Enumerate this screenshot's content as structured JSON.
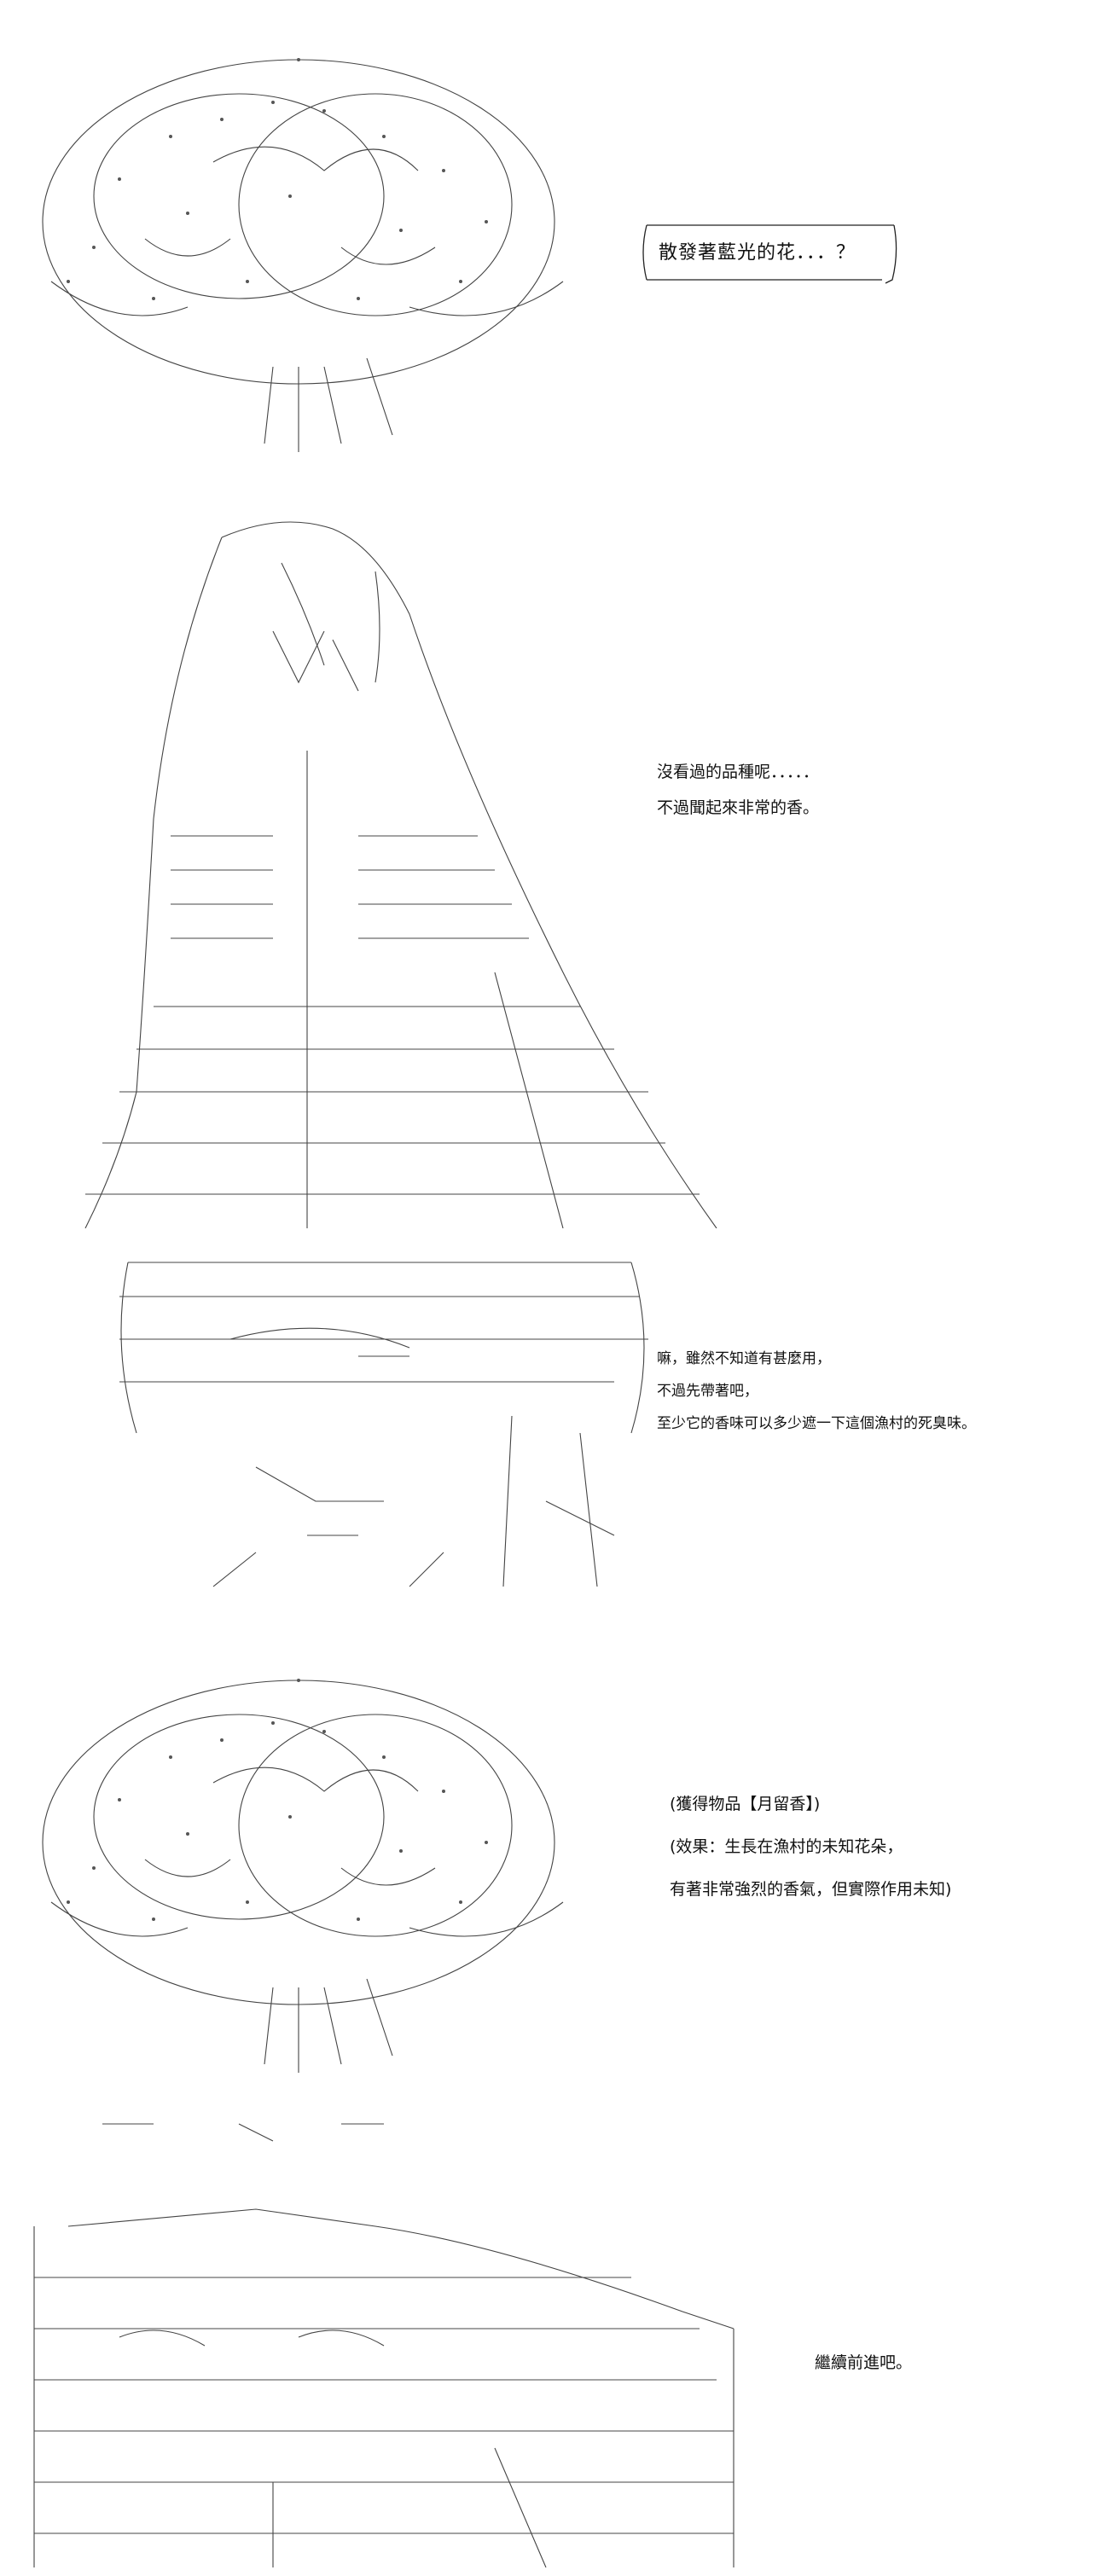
{
  "panels": [
    {
      "art": "flower-bouquet-ascii-art",
      "lines": [
        "散發著藍光的花．．．？"
      ]
    },
    {
      "art": "long-haired-girl-ascii-art",
      "lines": [
        "沒看過的品種呢．．．．．",
        "不過聞起來非常的香。"
      ]
    },
    {
      "art": "character-face-ascii-art",
      "lines": [
        "嘛，雖然不知道有甚麼用，",
        "不過先帶著吧，",
        "至少它的香味可以多少遮一下這個漁村的死臭味。"
      ]
    },
    {
      "art": "flower-bouquet-ascii-art",
      "lines": [
        "(獲得物品【月留香】)",
        "(效果：生長在漁村的未知花朵，",
        "有著非常強烈的香氣，但實際作用未知)"
      ]
    },
    {
      "art": "character-closeup-ascii-art",
      "lines": [
        "繼續前進吧。"
      ]
    }
  ]
}
